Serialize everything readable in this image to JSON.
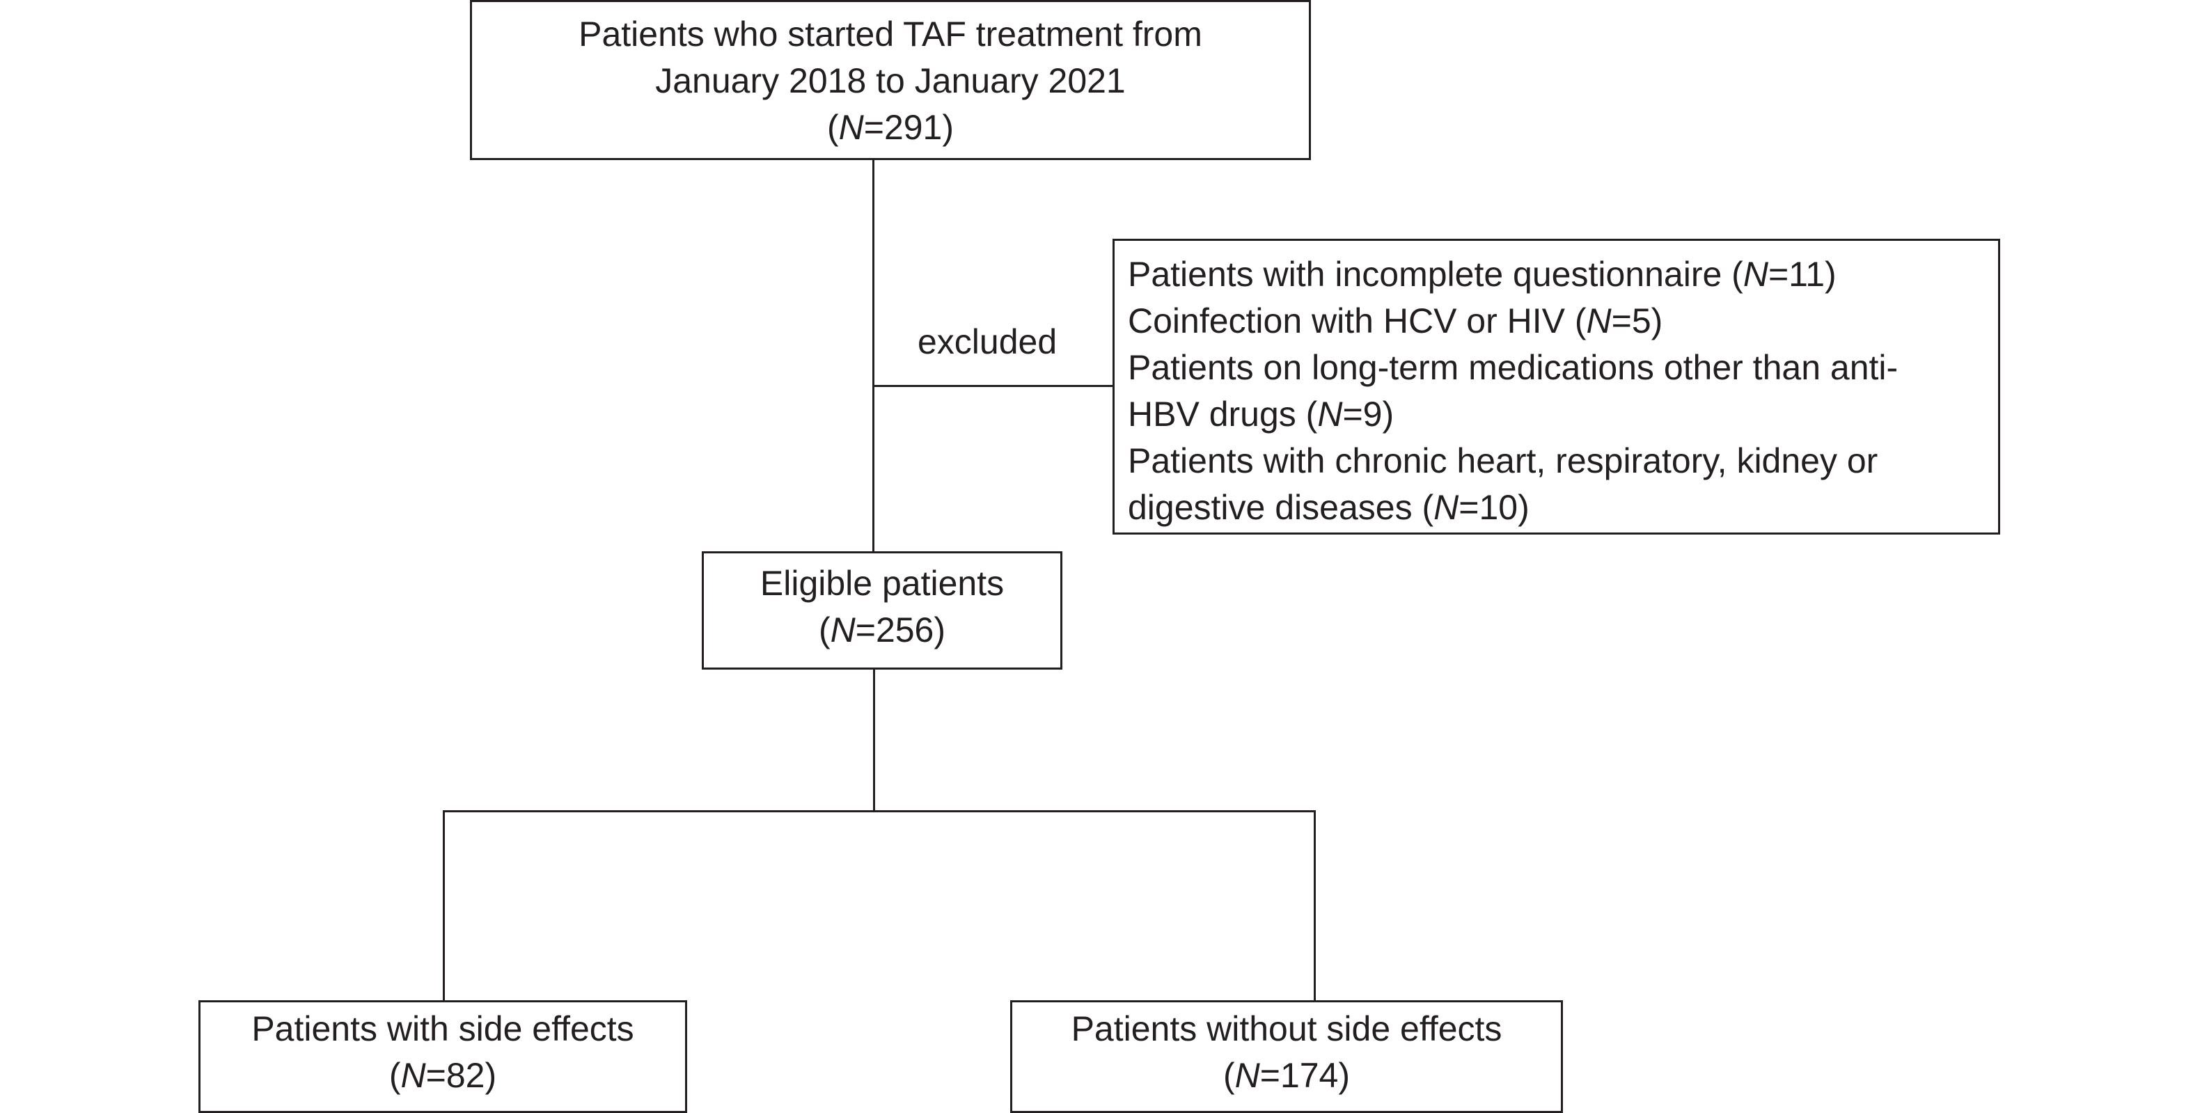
{
  "nodes": {
    "start": {
      "line1": "Patients who started TAF treatment from",
      "line2": "January 2018 to January 2021",
      "n": "291"
    },
    "eligible": {
      "line1": "Eligible patients",
      "n": "256"
    },
    "side_effects": {
      "line1": "Patients with side effects",
      "n": "82"
    },
    "no_side_effects": {
      "line1": "Patients without side effects",
      "n": "174"
    }
  },
  "excluded_label": "excluded",
  "exclusions": [
    {
      "text": "Patients with incomplete questionnaire (",
      "n": "11",
      "close": ")"
    },
    {
      "text": "Coinfection with HCV or HIV (",
      "n": "5",
      "close": ")"
    },
    {
      "text": "Patients on long-term medications other than anti-",
      "n": "",
      "close": ""
    },
    {
      "text": "HBV drugs (",
      "n": "9",
      "close": ")"
    },
    {
      "text": "Patients with chronic heart, respiratory, kidney or",
      "n": "",
      "close": ""
    },
    {
      "text": "digestive diseases (",
      "n": "10",
      "close": ")"
    }
  ],
  "n_symbol": "N",
  "equals": "="
}
